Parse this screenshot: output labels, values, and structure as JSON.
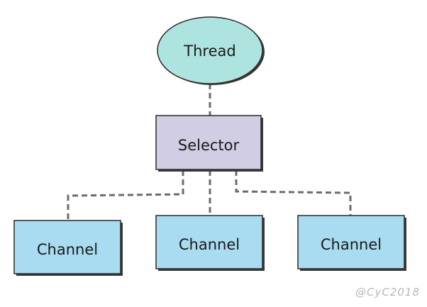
{
  "diagram": {
    "nodes": {
      "thread": {
        "label": "Thread",
        "fill": "#aee4e0"
      },
      "selector": {
        "label": "Selector",
        "fill": "#d1cde4"
      },
      "channel_left": {
        "label": "Channel",
        "fill": "#a9dcf0"
      },
      "channel_middle": {
        "label": "Channel",
        "fill": "#a9dcf0"
      },
      "channel_right": {
        "label": "Channel",
        "fill": "#a9dcf0"
      }
    },
    "edges": [
      {
        "from": "thread",
        "to": "selector",
        "style": "dashed"
      },
      {
        "from": "selector",
        "to": "channel_left",
        "style": "dashed"
      },
      {
        "from": "selector",
        "to": "channel_middle",
        "style": "dashed"
      },
      {
        "from": "selector",
        "to": "channel_right",
        "style": "dashed"
      }
    ],
    "watermark": "@CyC2018"
  }
}
